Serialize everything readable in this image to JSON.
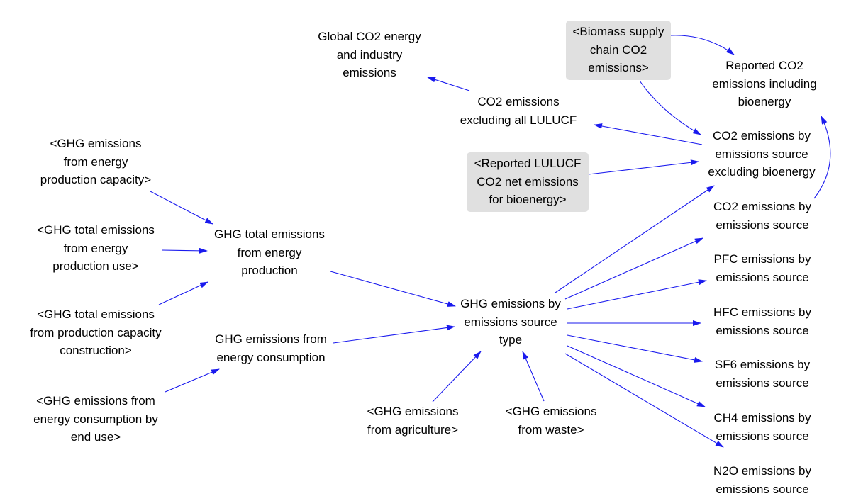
{
  "diagram": {
    "edge_color": "#1a1aee",
    "shadow_fill": "#e0e0e0",
    "nodes": {
      "global_co2": "Global CO2 energy\nand industry\nemissions",
      "biomass_supply": "<Biomass supply\nchain CO2\nemissions>",
      "reported_co2": "Reported CO2\nemissions including\nbioenergy",
      "co2_excl_lulucf": "CO2 emissions\nexcluding all LULUCF",
      "co2_by_src_excl_bio": "CO2 emissions by\nemissions source\nexcluding bioenergy",
      "reported_lulucf": "<Reported LULUCF\nCO2 net emissions\nfor bioenergy>",
      "ghg_from_capacity": "<GHG emissions\nfrom energy\nproduction capacity>",
      "ghg_total_use": "<GHG total emissions\nfrom energy\nproduction use>",
      "ghg_total_prod": "GHG total emissions\nfrom energy\nproduction",
      "ghg_total_construction": "<GHG total emissions\nfrom production capacity\nconstruction>",
      "ghg_from_consumption": "GHG emissions from\nenergy consumption",
      "ghg_consumption_end_use": "<GHG emissions from\nenergy consumption by\nend use>",
      "ghg_by_source_type": "GHG emissions by\nemissions source\ntype",
      "ghg_agriculture": "<GHG emissions\nfrom agriculture>",
      "ghg_waste": "<GHG emissions\nfrom waste>",
      "co2_by_src": "CO2 emissions by\nemissions source",
      "pfc_by_src": "PFC emissions by\nemissions source",
      "hfc_by_src": "HFC emissions by\nemissions source",
      "sf6_by_src": "SF6 emissions by\nemissions source",
      "ch4_by_src": "CH4 emissions by\nemissions source",
      "n2o_by_src": "N2O emissions by\nemissions source"
    }
  }
}
